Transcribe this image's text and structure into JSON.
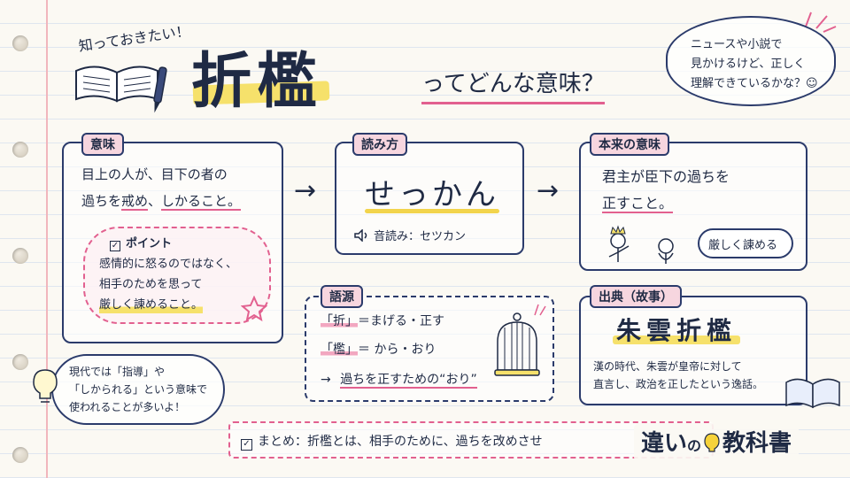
{
  "header": {
    "kicker": "知っておきたい！",
    "title": "折檻",
    "subtitle": "ってどんな意味？"
  },
  "thought_bubble": {
    "line1": "ニュースや小説で",
    "line2": "見かけるけど、正しく",
    "line3": "理解できているかな？☺"
  },
  "meaning": {
    "tag": "意味",
    "line1": "目上の人が、目下の者の",
    "line2_a": "過ちを",
    "line2_b": "戒め",
    "line2_c": "、",
    "line2_d": "しかること。",
    "point_label": "ポイント",
    "point_line1": "感情的に怒るのではなく、",
    "point_line2": "相手のためを思って",
    "point_line3": "厳しく諌めること。"
  },
  "reading": {
    "tag": "読み方",
    "kana": "せっかん",
    "onyomi_label": "音読み：セツカン"
  },
  "original": {
    "tag": "本来の意味",
    "line1": "君主が臣下の過ちを",
    "line2": "正すこと。",
    "speech": "厳しく諌める"
  },
  "etymology": {
    "tag": "語源",
    "row1_kanji": "「折」",
    "row1_text": "＝まげる・正す",
    "row2_kanji": "「檻」",
    "row2_text": "＝ から・おり",
    "row3_arrow": "→",
    "row3_text": "過ちを正すための“おり”"
  },
  "source": {
    "tag": "出典（故事）",
    "idiom": "朱雲折檻",
    "line1": "漢の時代、朱雲が皇帝に対して",
    "line2": "直言し、政治を正したという逸話。"
  },
  "tip": {
    "line1": "現代では「指導」や",
    "line2": "「しかられる」という意味で",
    "line3": "使われることが多いよ！"
  },
  "summary": {
    "text": "まとめ：折檻とは、相手のために、過ちを改めさせ"
  },
  "brand": {
    "left": "違い",
    "middle": "の",
    "right": "教科書"
  },
  "icons": {
    "book": "open-book-icon",
    "pen": "pen-icon",
    "star": "star-doodle-icon",
    "bulb": "lightbulb-icon",
    "cage": "birdcage-icon",
    "speaker": "speaker-icon"
  },
  "colors": {
    "ink": "#1f2a44",
    "pink": "#f7d6df",
    "accent_pink": "#e2608f",
    "yellow": "#f6e16b"
  }
}
